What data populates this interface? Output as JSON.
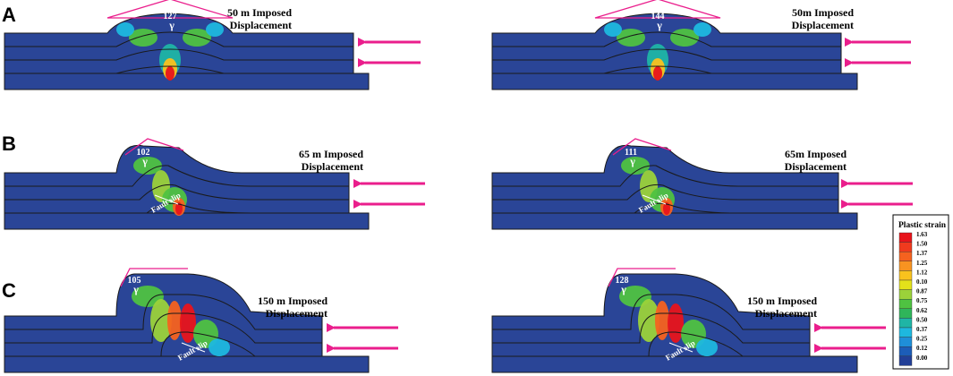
{
  "rows": [
    {
      "label": "A",
      "panels": [
        {
          "angle": "127",
          "displacement_line1": "50 m Imposed",
          "displacement_line2": "Displacement",
          "fault_slip": ""
        },
        {
          "angle": "144",
          "displacement_line1": "50m Imposed",
          "displacement_line2": "Displacement",
          "fault_slip": ""
        }
      ]
    },
    {
      "label": "B",
      "panels": [
        {
          "angle": "102",
          "displacement_line1": "65 m Imposed",
          "displacement_line2": "Displacement",
          "fault_slip": "Fault slip"
        },
        {
          "angle": "111",
          "displacement_line1": "65m Imposed",
          "displacement_line2": "Displacement",
          "fault_slip": "Fault slip"
        }
      ]
    },
    {
      "label": "C",
      "panels": [
        {
          "angle": "105",
          "displacement_line1": "150 m Imposed",
          "displacement_line2": "Displacement",
          "fault_slip": "Fault slip"
        },
        {
          "angle": "128",
          "displacement_line1": "150 m Imposed",
          "displacement_line2": "Displacement",
          "fault_slip": "Fault slip"
        }
      ]
    }
  ],
  "gamma_symbol": "γ",
  "legend": {
    "title": "Plastic strain",
    "entries": [
      {
        "value": "1.63",
        "color": "#e8141b"
      },
      {
        "value": "1.50",
        "color": "#f03a1e"
      },
      {
        "value": "1.37",
        "color": "#f5621f"
      },
      {
        "value": "1.25",
        "color": "#f89321"
      },
      {
        "value": "1.12",
        "color": "#f9c21d"
      },
      {
        "value": "0.10",
        "color": "#e3e21a"
      },
      {
        "value": "0.87",
        "color": "#9bd23a"
      },
      {
        "value": "0.75",
        "color": "#4fc241"
      },
      {
        "value": "0.62",
        "color": "#2fb55a"
      },
      {
        "value": "0.50",
        "color": "#1fb5a5"
      },
      {
        "value": "0.37",
        "color": "#1eb8de"
      },
      {
        "value": "0.25",
        "color": "#1f8fd8"
      },
      {
        "value": "0.12",
        "color": "#1c5db8"
      },
      {
        "value": "0.00",
        "color": "#223f97"
      }
    ]
  },
  "colors": {
    "block": "#2a4597",
    "arrow": "#ea1e8c",
    "outline": "#1a1a1a"
  }
}
